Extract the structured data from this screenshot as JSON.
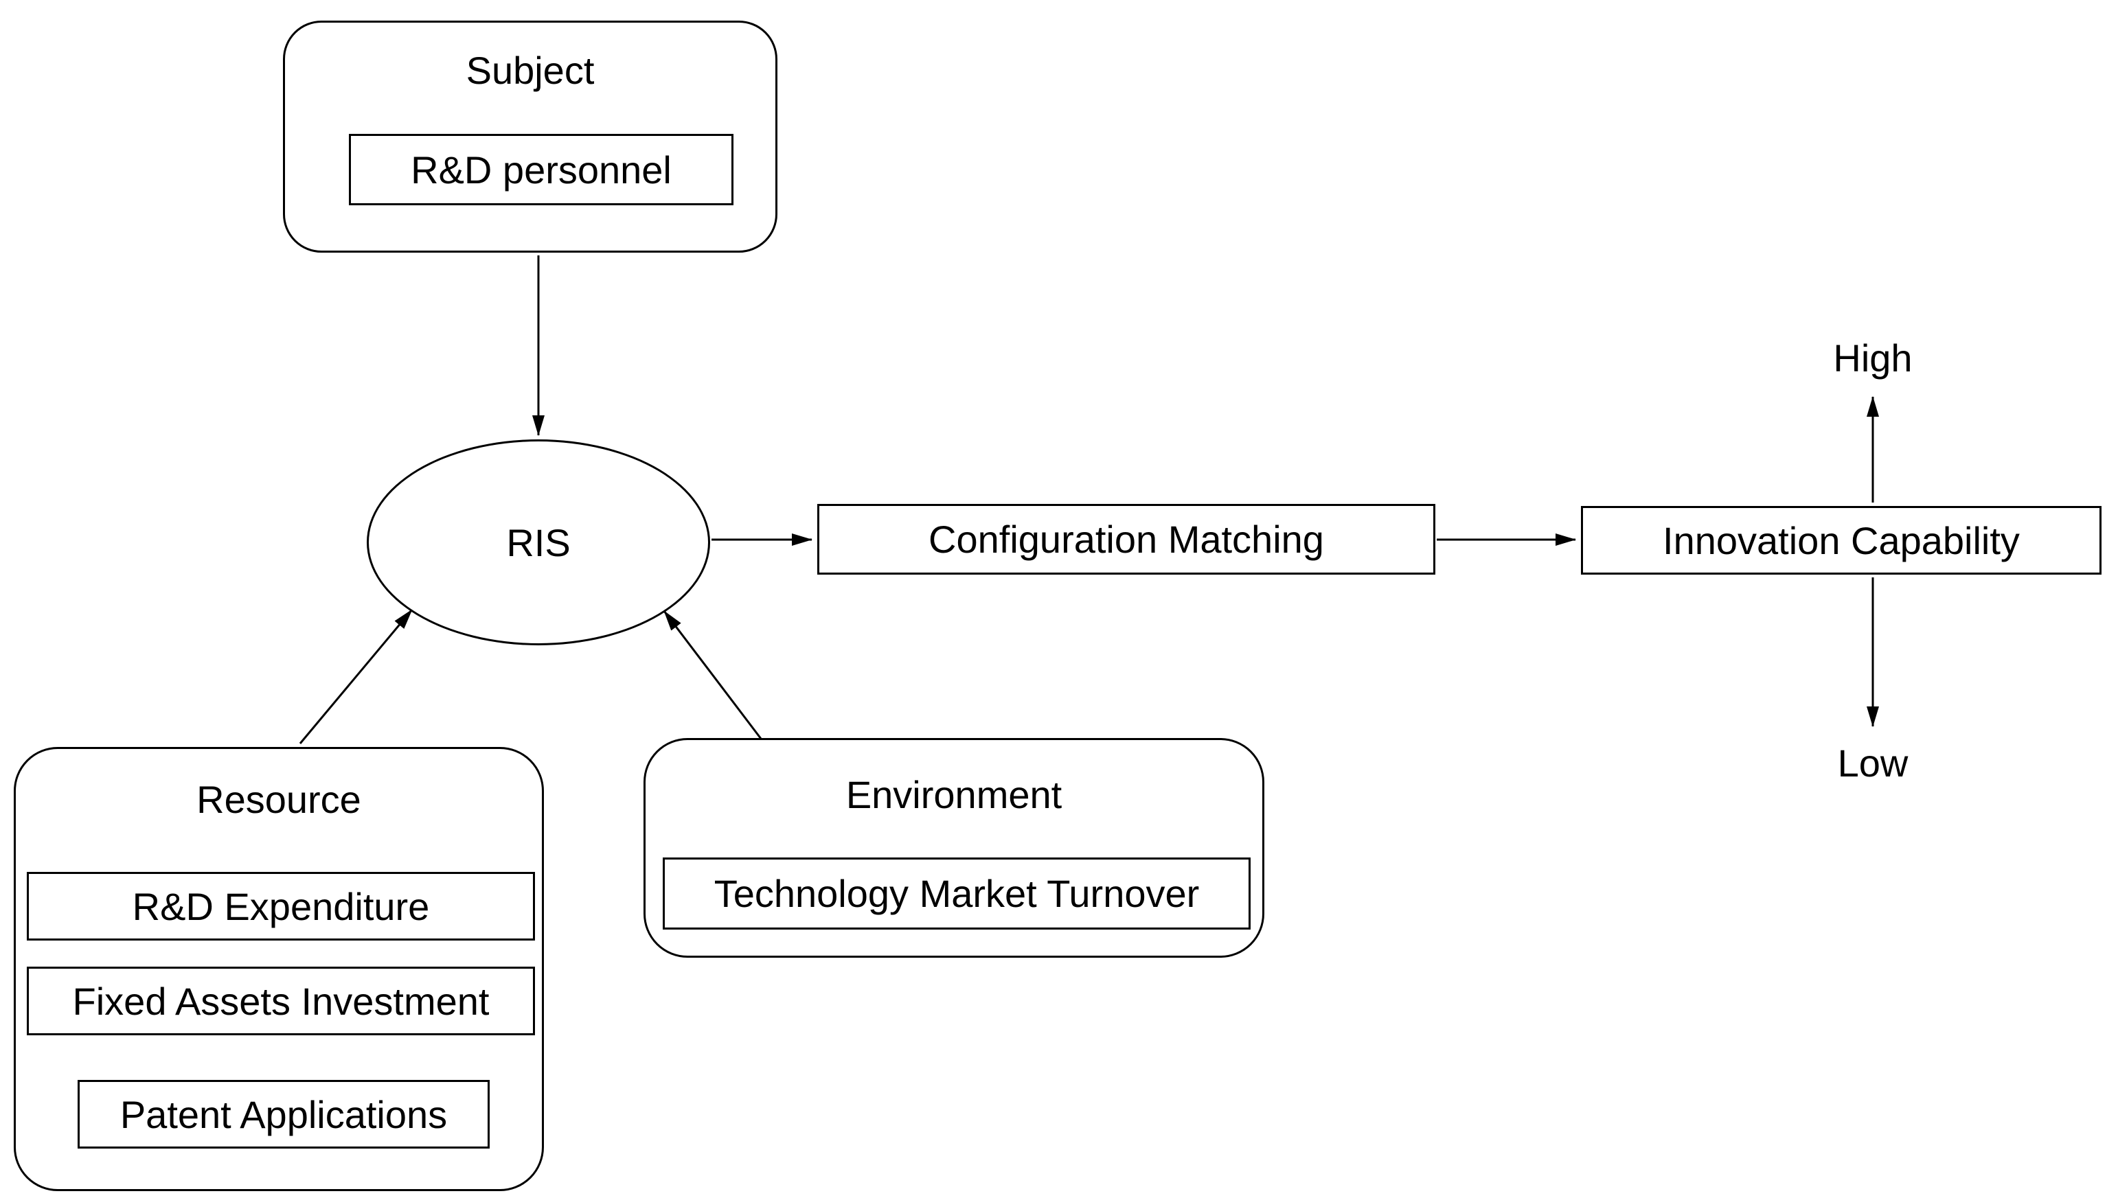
{
  "figure": {
    "colors": {
      "background": "#ffffff",
      "stroke": "#000000",
      "text": "#000000"
    },
    "subject": {
      "title": "Subject",
      "indicator": "R&D personnel"
    },
    "ris": {
      "label": "RIS"
    },
    "configuration_matching": {
      "label": "Configuration Matching"
    },
    "innovation_capability": {
      "label": "Innovation Capability",
      "high_label": "High",
      "low_label": "Low"
    },
    "resource": {
      "title": "Resource",
      "indicators": [
        "R&D Expenditure",
        "Fixed Assets Investment",
        "Patent Applications"
      ]
    },
    "environment": {
      "title": "Environment",
      "indicator": "Technology Market Turnover"
    }
  }
}
